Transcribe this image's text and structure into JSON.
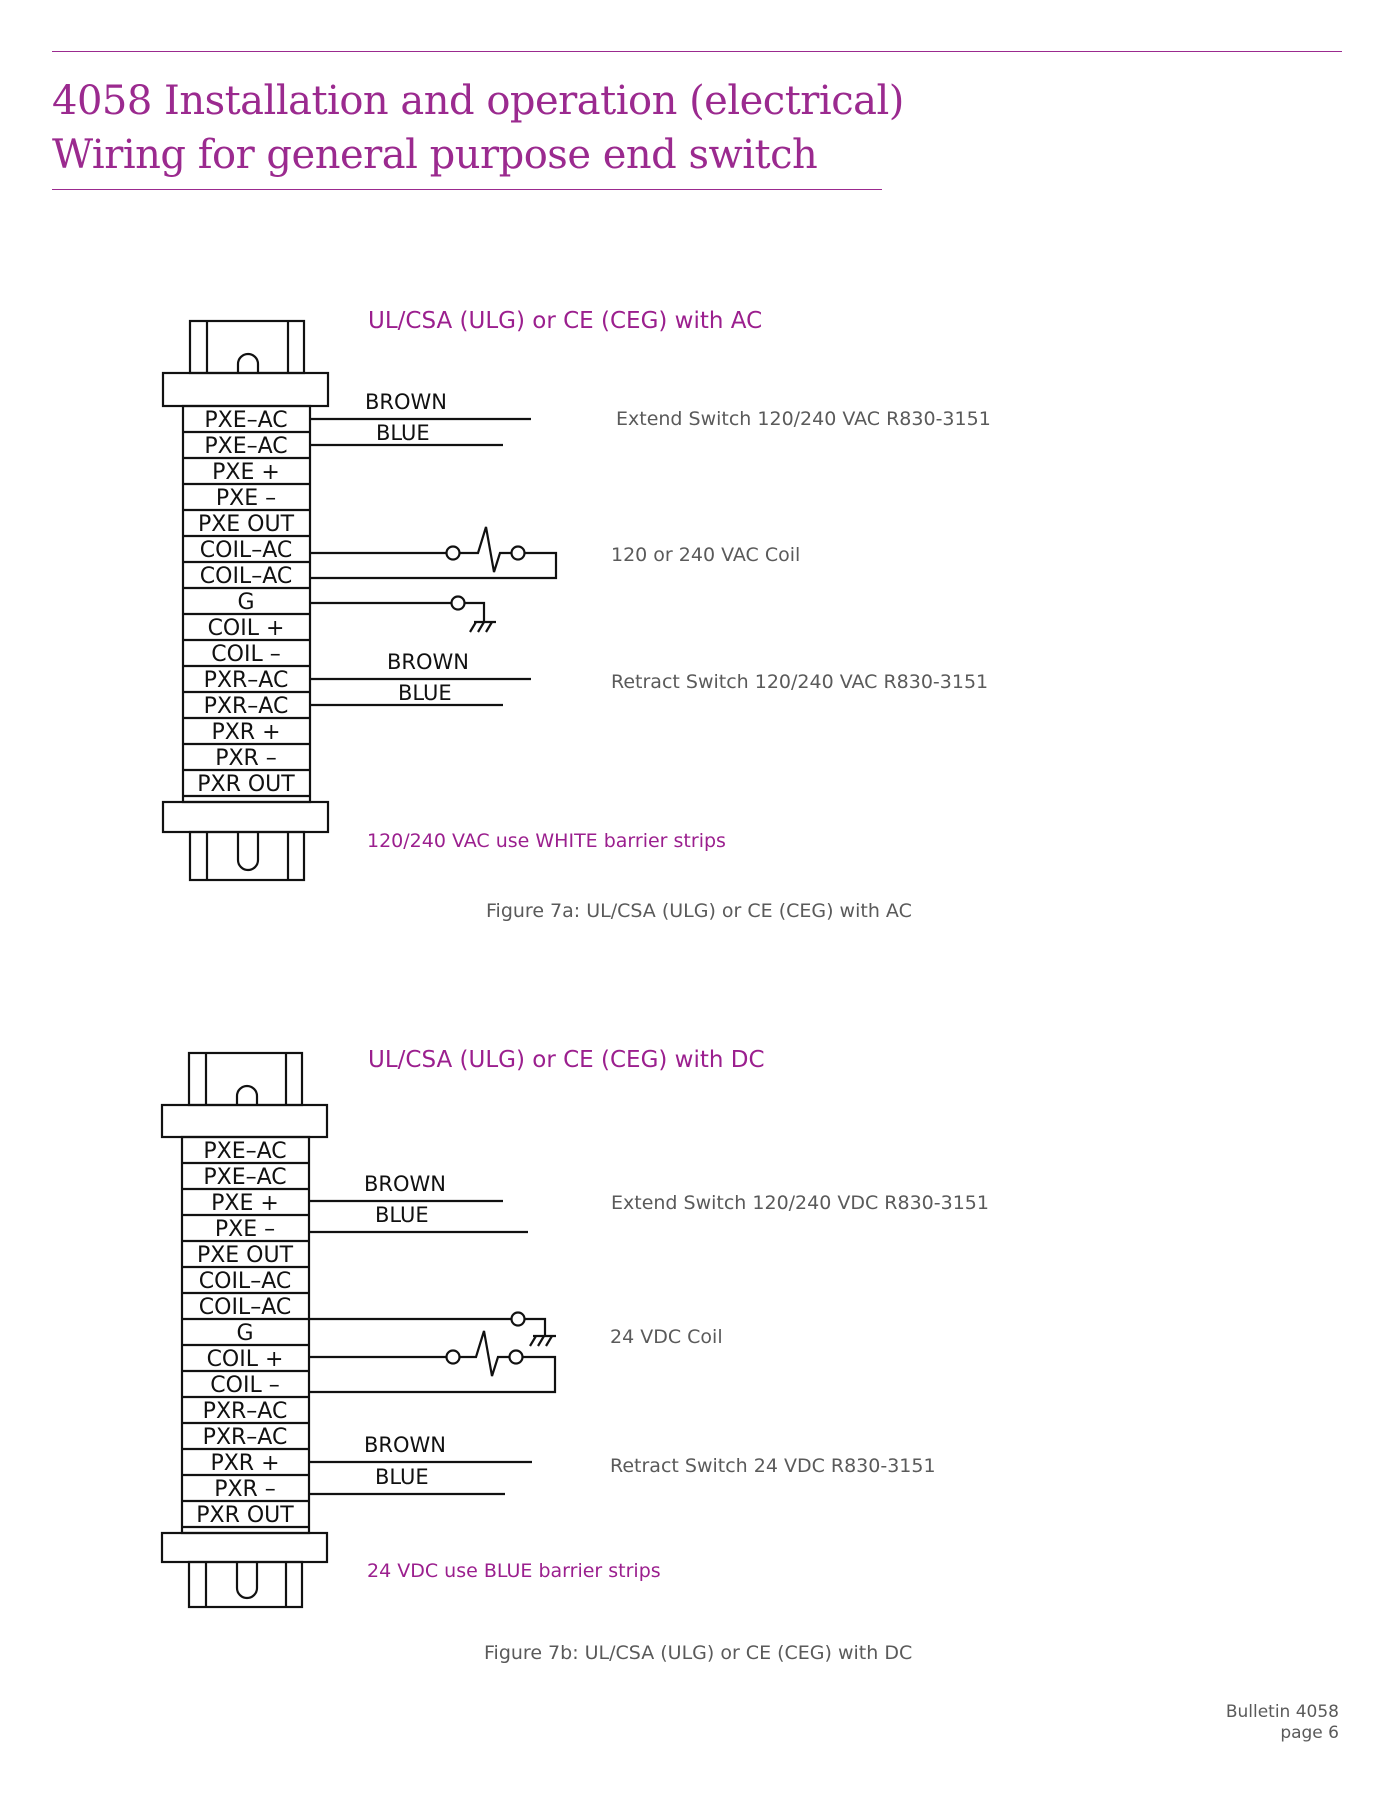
{
  "header": {
    "title_line1": "4058 Installation and operation (electrical)",
    "title_line2": "Wiring for general purpose end switch",
    "accent_color": "#9b2a8f"
  },
  "figure_a": {
    "heading": "UL/CSA (ULG) or CE (CEG) with AC",
    "terminals": [
      "PXE–AC",
      "PXE–AC",
      "PXE +",
      "PXE –",
      "PXE OUT",
      "COIL–AC",
      "COIL–AC",
      "G",
      "COIL +",
      "COIL –",
      "PXR–AC",
      "PXR–AC",
      "PXR +",
      "PXR –",
      "PXR OUT"
    ],
    "extend_wires": {
      "top": "BROWN",
      "bottom": "BLUE"
    },
    "retract_wires": {
      "top": "BROWN",
      "bottom": "BLUE"
    },
    "extend_label": "Extend Switch 120/240 VAC R830-3151",
    "coil_label": "120 or 240 VAC Coil",
    "retract_label": "Retract Switch 120/240 VAC R830-3151",
    "strip_note": "120/240 VAC use WHITE barrier strips",
    "caption": "Figure 7a: UL/CSA (ULG) or CE (CEG) with AC"
  },
  "figure_b": {
    "heading": "UL/CSA (ULG) or CE (CEG) with DC",
    "terminals": [
      "PXE–AC",
      "PXE–AC",
      "PXE +",
      "PXE –",
      "PXE OUT",
      "COIL–AC",
      "COIL–AC",
      "G",
      "COIL +",
      "COIL –",
      "PXR–AC",
      "PXR–AC",
      "PXR +",
      "PXR –",
      "PXR OUT"
    ],
    "extend_wires": {
      "top": "BROWN",
      "bottom": "BLUE"
    },
    "retract_wires": {
      "top": "BROWN",
      "bottom": "BLUE"
    },
    "extend_label": "Extend Switch 120/240 VDC R830-3151",
    "coil_label": "24 VDC Coil",
    "retract_label": "Retract Switch 24 VDC R830-3151",
    "strip_note": "24 VDC use BLUE barrier strips",
    "caption": "Figure 7b: UL/CSA (ULG) or CE (CEG) with DC"
  },
  "footer": {
    "bulletin": "Bulletin 4058",
    "page": "page 6"
  }
}
